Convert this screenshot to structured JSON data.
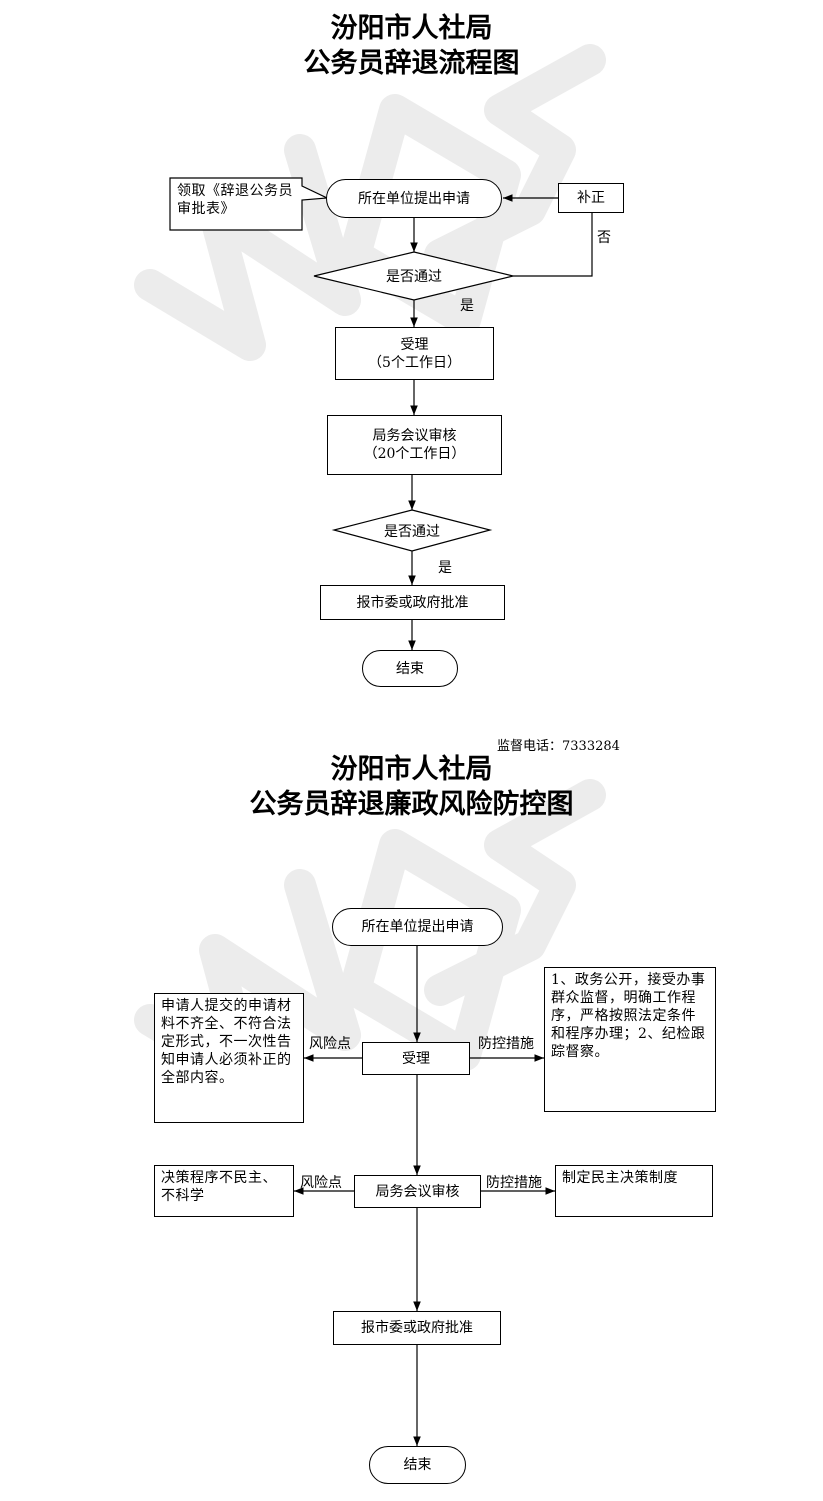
{
  "chart1": {
    "title_line1": "汾阳市人社局",
    "title_line2": "公务员辞退流程图",
    "callout": "领取《辞退公务员审批表》",
    "submit": "所在单位提出申请",
    "supplement": "补正",
    "decision1": "是否通过",
    "no_label": "否",
    "yes_label1": "是",
    "accept": "受理",
    "accept_days": "（5个工作日）",
    "review": "局务会议审核",
    "review_days": "（20个工作日）",
    "decision2": "是否通过",
    "yes_label2": "是",
    "approve": "报市委或政府批准",
    "end": "结束"
  },
  "chart2": {
    "hotline": "监督电话：7333284",
    "title_line1": "汾阳市人社局",
    "title_line2": "公务员辞退廉政风险防控图",
    "submit": "所在单位提出申请",
    "risk1": "申请人提交的申请材料不齐全、不符合法定形式，不一次性告知申请人必须补正的全部内容。",
    "risk_label1": "风险点",
    "accept": "受理",
    "measure_label1": "防控措施",
    "measure1": "1、政务公开，接受办事群众监督，明确工作程序，严格按照法定条件和程序办理；2、纪检跟踪督察。",
    "risk2": "决策程序不民主、不科学",
    "risk_label2": "风险点",
    "review": "局务会议审核",
    "measure_label2": "防控措施",
    "measure2": "制定民主决策制度",
    "approve": "报市委或政府批准",
    "end": "结束"
  },
  "watermark": "WPS"
}
